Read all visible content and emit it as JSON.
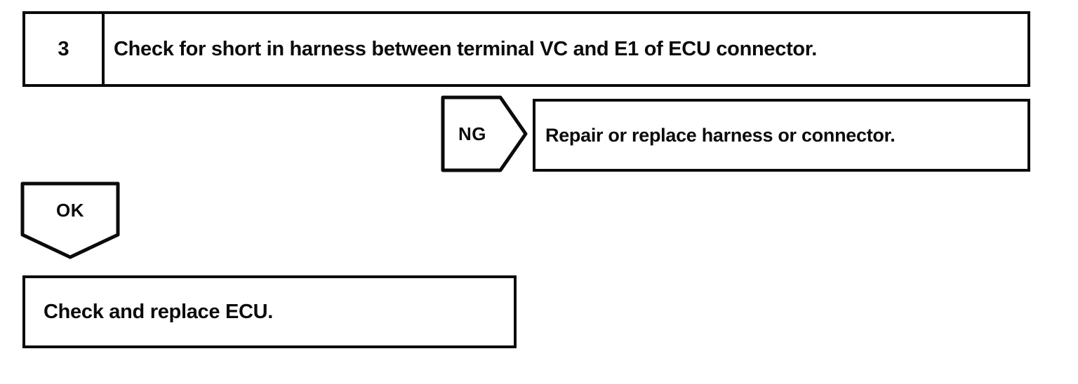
{
  "step": {
    "number": "3",
    "instruction": "Check for short in harness between terminal VC and E1 of ECU connector."
  },
  "ng_branch": {
    "label": "NG",
    "action": "Repair or replace harness or connector."
  },
  "ok_branch": {
    "label": "OK",
    "action": "Check and replace ECU."
  },
  "colors": {
    "line": "#0b0b0b",
    "background": "#ffffff"
  }
}
